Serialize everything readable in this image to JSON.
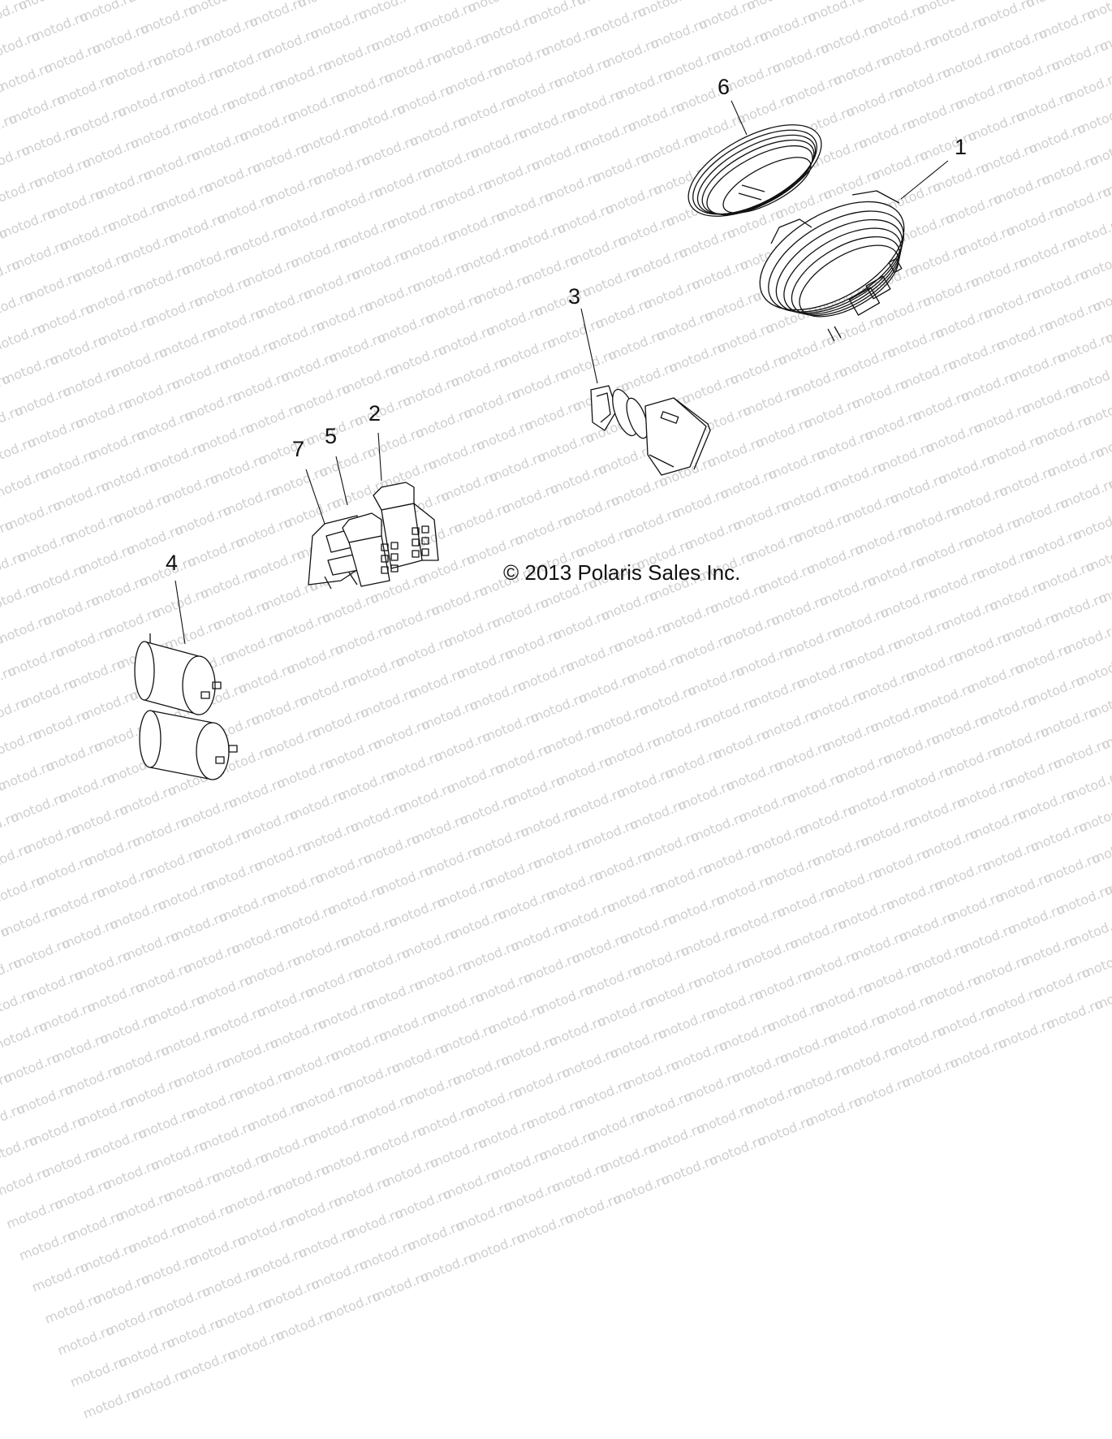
{
  "diagram": {
    "title": "Exploded parts diagram",
    "copyright": "© 2013 Polaris Sales Inc.",
    "watermark_text": "motod.ru",
    "line_color": "#111111",
    "watermark_color": "#cfcfcf",
    "callouts": [
      {
        "id": "1",
        "label": "1",
        "part": "round-gauge-housing"
      },
      {
        "id": "2",
        "label": "2",
        "part": "multi-pin-relay-connector"
      },
      {
        "id": "3",
        "label": "3",
        "part": "sensor-switch-plug"
      },
      {
        "id": "4",
        "label": "4",
        "part": "cylindrical-relay-pair"
      },
      {
        "id": "5",
        "label": "5",
        "part": "relay-block"
      },
      {
        "id": "6",
        "label": "6",
        "part": "threaded-ring-bezel"
      },
      {
        "id": "7",
        "label": "7",
        "part": "bracket-relay-holder"
      }
    ]
  }
}
